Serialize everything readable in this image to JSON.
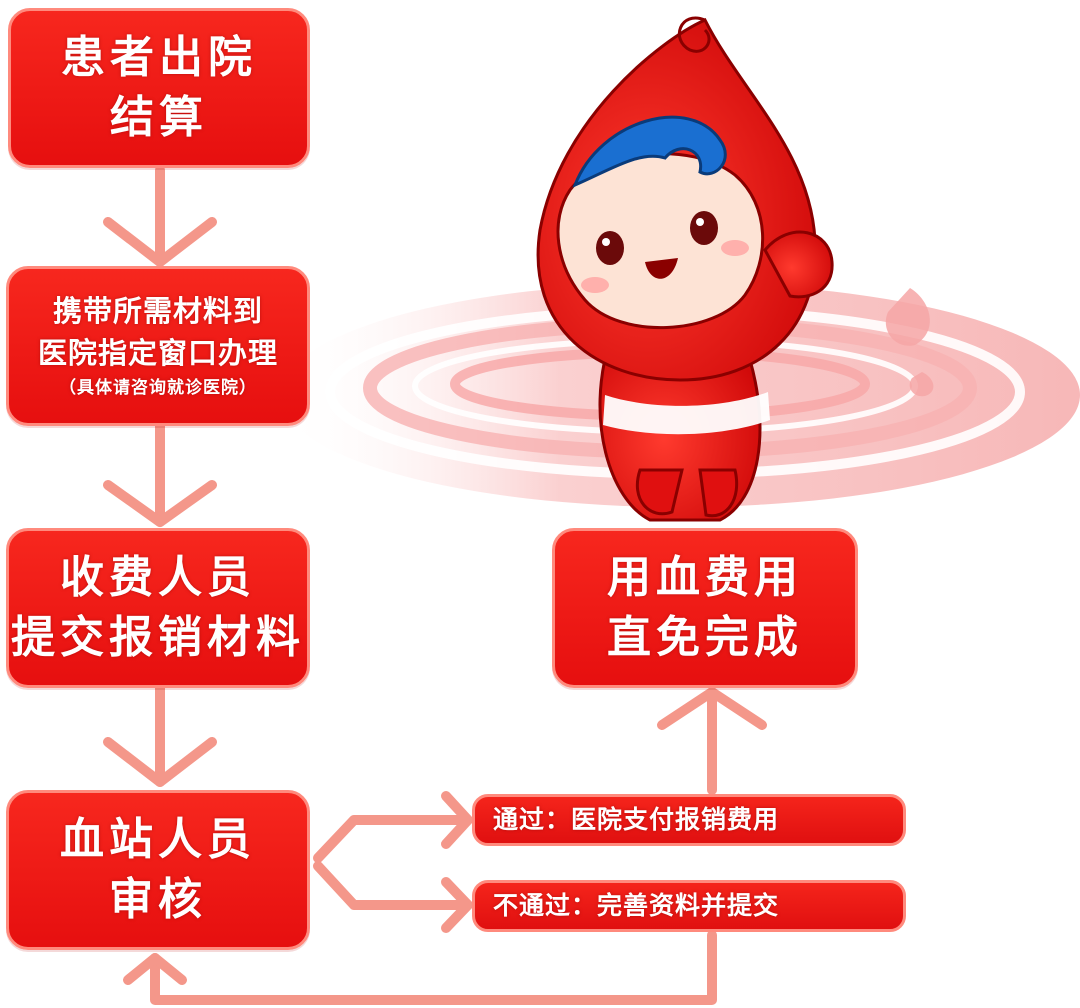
{
  "steps": {
    "step1": {
      "line1": "患者出院",
      "line2": "结算"
    },
    "step2": {
      "line1": "携带所需材料到",
      "line2": "医院指定窗口办理",
      "note": "（具体请咨询就诊医院）"
    },
    "step3": {
      "line1": "收费人员",
      "line2": "提交报销材料"
    },
    "step4": {
      "line1": "血站人员",
      "line2": "审核"
    },
    "result": {
      "line1": "用血费用",
      "line2": "直免完成"
    }
  },
  "branches": {
    "pass": "通过：医院支付报销费用",
    "fail": "不通过：完善资料并提交"
  },
  "colors": {
    "box_red": "#f01a16",
    "box_border": "#ff8a7d",
    "arrow_pink": "#f4978a",
    "text": "#ffffff"
  },
  "icons": {
    "mascot": "blood-drop-mascot",
    "swirl": "swirl-ring"
  }
}
